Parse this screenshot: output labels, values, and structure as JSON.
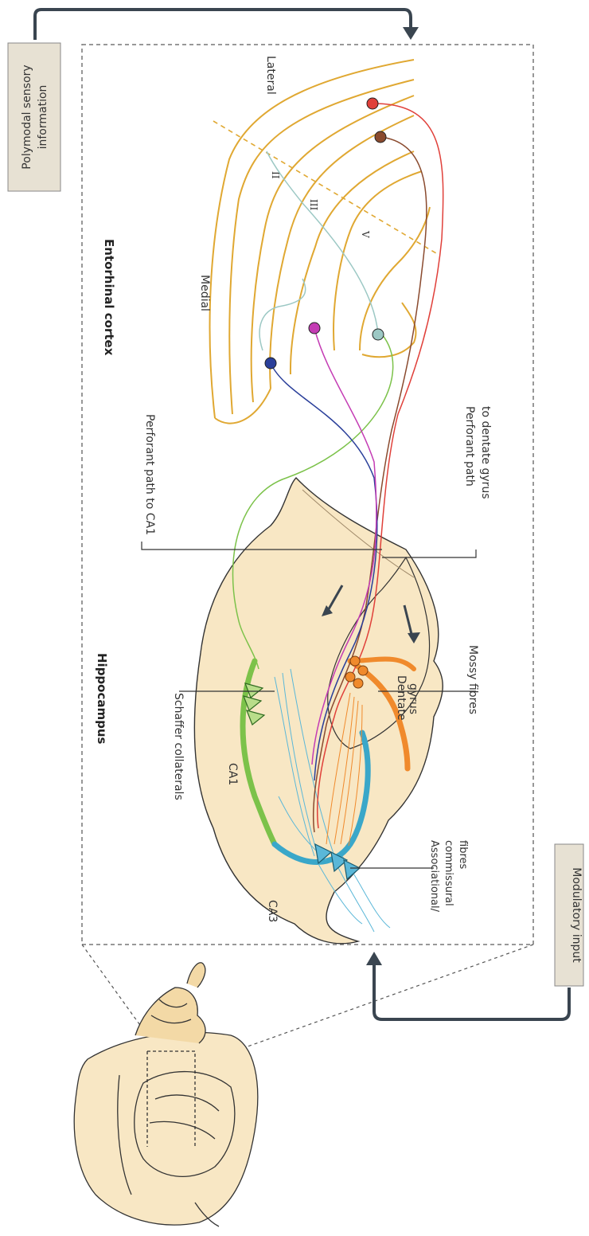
{
  "input_boxes": {
    "polymodal": {
      "line1": "Polymodal sensory",
      "line2": "information"
    },
    "modulatory": {
      "label": "Modulatory input"
    }
  },
  "regions": {
    "entorhinal_cortex": "Entorhinal cortex",
    "hippocampus": "Hippocampus",
    "medial": "Medial",
    "lateral": "Lateral",
    "layer_ii": "II",
    "layer_iii": "III",
    "layer_v": "V"
  },
  "subfields": {
    "ca1": "CA1",
    "ca3": "CA3",
    "dentate_line1": "Dentate",
    "dentate_line2": "gyrus"
  },
  "pathways": {
    "perforant_ca1": "Perforant path to CA1",
    "perforant_dg_line1": "Perforant path",
    "perforant_dg_line2": "to dentate gyrus",
    "schaffer": "Schaffer collaterals",
    "mossy": "Mossy fibres",
    "assoc_line1": "Associational/",
    "assoc_line2": "commissural",
    "assoc_line3": "fibres"
  },
  "colors": {
    "cortex_outline": "#e0a832",
    "hippocampus_fill": "#f8e7c4",
    "ca1": "#7cc24a",
    "ca3": "#3aa7c9",
    "dentate": "#f08a2c",
    "perforant_red": "#e0403a",
    "perforant_brown": "#8a4a2e",
    "perforant_blue": "#2a3f9a",
    "perforant_magenta": "#c43cb4",
    "perforant_grey": "#9cc8c4",
    "arrow": "#3a4550"
  }
}
